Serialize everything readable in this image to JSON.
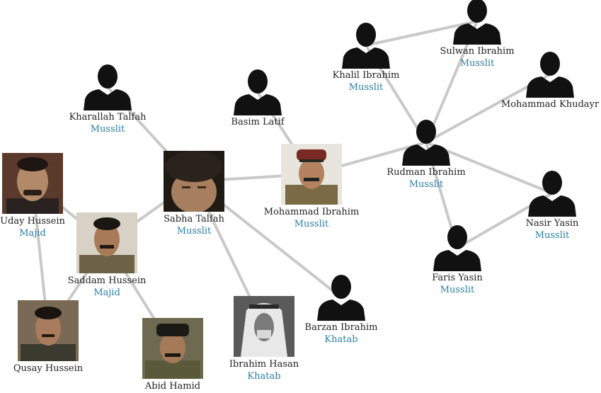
{
  "colors": {
    "edge": "#c9c9c9",
    "clan": "#2a7ea3",
    "silhouette": "#111111"
  },
  "nodes": [
    {
      "id": "kharallah",
      "name": "Kharallah Talfah",
      "clan": "Musslit",
      "icon": "person-silhouette-icon"
    },
    {
      "id": "basim",
      "name": "Basim Latif",
      "clan": "",
      "icon": "person-silhouette-icon"
    },
    {
      "id": "khalil",
      "name": "Khalil Ibrahim",
      "clan": "Musslit",
      "icon": "person-silhouette-icon"
    },
    {
      "id": "sulwan",
      "name": "Sulwan Ibrahim",
      "clan": "Musslit",
      "icon": "person-silhouette-icon"
    },
    {
      "id": "khudayr",
      "name": "Mohammad Khudayr",
      "clan": "",
      "icon": "person-silhouette-icon"
    },
    {
      "id": "rudman",
      "name": "Rudman Ibrahim",
      "clan": "Musslit",
      "icon": "person-silhouette-icon"
    },
    {
      "id": "nasir",
      "name": "Nasir Yasin",
      "clan": "Musslit",
      "icon": "person-silhouette-icon"
    },
    {
      "id": "faris",
      "name": "Faris Yasin",
      "clan": "Musslit",
      "icon": "person-silhouette-icon"
    },
    {
      "id": "barzan",
      "name": "Barzan Ibrahim",
      "clan": "Khatab",
      "icon": "person-silhouette-icon"
    },
    {
      "id": "sabha",
      "name": "Sabha Talfah",
      "clan": "Musslit",
      "icon": "portrait-photo-icon"
    },
    {
      "id": "mohammad",
      "name": "Mohammad Ibrahim",
      "clan": "Musslit",
      "icon": "portrait-photo-icon"
    },
    {
      "id": "uday",
      "name": "Uday Hussein",
      "clan": "Majid",
      "icon": "portrait-photo-icon"
    },
    {
      "id": "saddam",
      "name": "Saddam Hussein",
      "clan": "Majid",
      "icon": "portrait-photo-icon"
    },
    {
      "id": "qusay",
      "name": "Qusay Hussein",
      "clan": "",
      "icon": "portrait-photo-icon"
    },
    {
      "id": "abid",
      "name": "Abid Hamid",
      "clan": "",
      "icon": "portrait-photo-icon"
    },
    {
      "id": "ibrahimh",
      "name": "Ibrahim Hasan",
      "clan": "Khatab",
      "icon": "portrait-photo-icon"
    }
  ],
  "edges": [
    [
      "kharallah",
      "sabha"
    ],
    [
      "sabha",
      "saddam"
    ],
    [
      "sabha",
      "mohammad"
    ],
    [
      "sabha",
      "ibrahimh"
    ],
    [
      "sabha",
      "barzan"
    ],
    [
      "basim",
      "mohammad"
    ],
    [
      "mohammad",
      "rudman"
    ],
    [
      "khalil",
      "rudman"
    ],
    [
      "khalil",
      "sulwan"
    ],
    [
      "sulwan",
      "rudman"
    ],
    [
      "khudayr",
      "rudman"
    ],
    [
      "rudman",
      "nasir"
    ],
    [
      "rudman",
      "faris"
    ],
    [
      "faris",
      "nasir"
    ],
    [
      "uday",
      "saddam"
    ],
    [
      "uday",
      "qusay"
    ],
    [
      "saddam",
      "qusay"
    ],
    [
      "saddam",
      "abid"
    ]
  ]
}
